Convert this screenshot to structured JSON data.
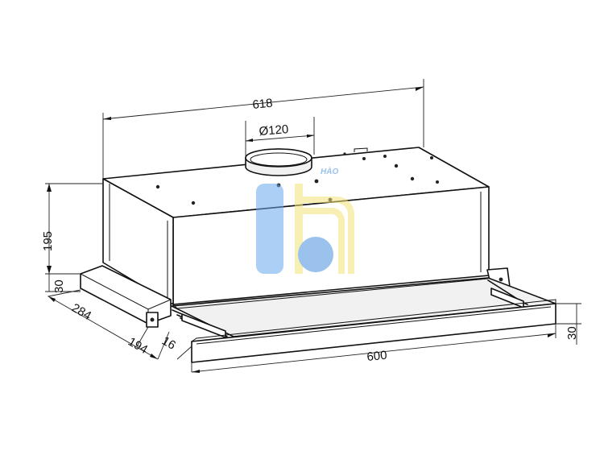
{
  "dimensions": {
    "width_top": "618",
    "duct_diameter": "Ø120",
    "height": "195",
    "slide_height": "30",
    "depth_total": "284",
    "depth_body": "194",
    "panel_offset": "16",
    "width_front": "600",
    "panel_height": "30"
  },
  "watermark": {
    "text": "HÀO",
    "colors": {
      "blue": "#4a8fe0",
      "yellow": "#f4e37a"
    }
  }
}
